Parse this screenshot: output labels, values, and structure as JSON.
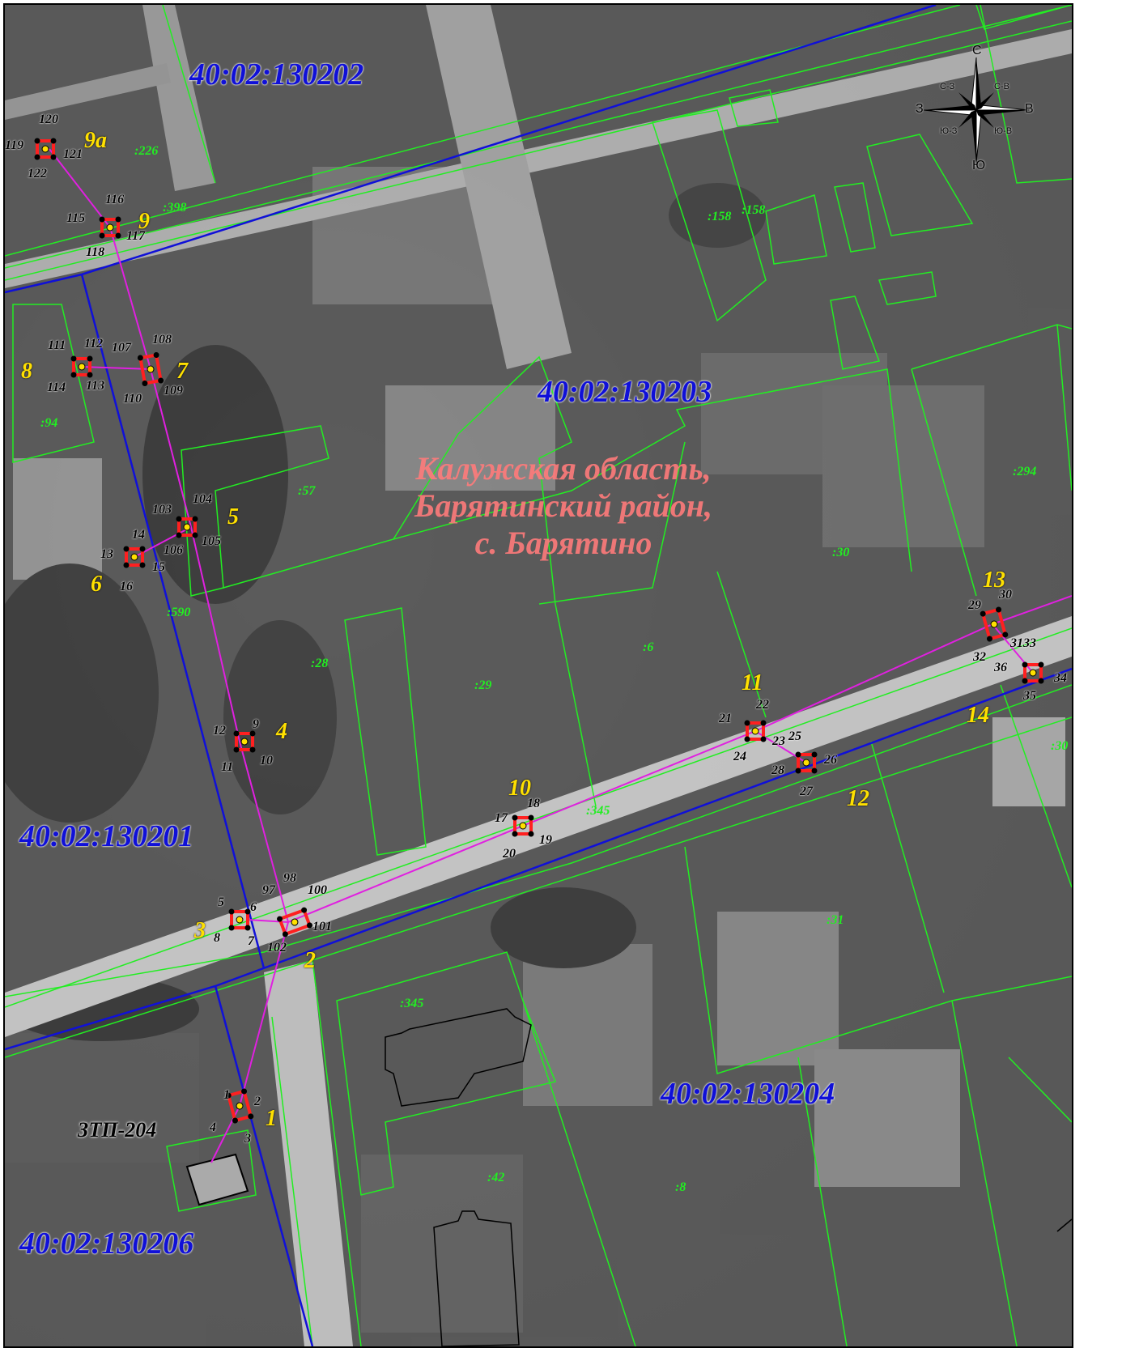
{
  "quarters": [
    {
      "label": "40:02:130202"
    },
    {
      "label": "40:02:130203"
    },
    {
      "label": "40:02:130201"
    },
    {
      "label": "40:02:130204"
    },
    {
      "label": "40:02:130206"
    }
  ],
  "location": {
    "line1": "Калужская область,",
    "line2": "Барятинский район,",
    "line3": "с. Барятино"
  },
  "substation": {
    "label": "ЗТП-204"
  },
  "compass": {
    "n": "С",
    "s": "Ю",
    "w": "З",
    "e": "В",
    "nw": "С-З",
    "ne": "С-В",
    "sw": "Ю-З",
    "se": "Ю-В"
  },
  "supports": [
    "1",
    "2",
    "3",
    "4",
    "5",
    "6",
    "7",
    "8",
    "9",
    "9а",
    "10",
    "11",
    "12",
    "13",
    "14"
  ],
  "parcels": [
    ":226",
    ":398",
    ":158",
    ":158",
    ":94",
    ":57",
    ":294",
    ":30",
    ":590",
    ":28",
    ":29",
    ":6",
    ":345",
    ":30",
    ":31",
    ":345",
    ":42",
    ":8"
  ],
  "points": [
    "1",
    "2",
    "3",
    "4",
    "5",
    "6",
    "7",
    "8",
    "9",
    "10",
    "11",
    "12",
    "13",
    "14",
    "15",
    "16",
    "17",
    "18",
    "19",
    "20",
    "21",
    "22",
    "23",
    "24",
    "25",
    "26",
    "27",
    "28",
    "29",
    "30",
    "3133",
    "32",
    "34",
    "35",
    "36",
    "97",
    "98",
    "100",
    "101",
    "102",
    "103",
    "104",
    "105",
    "106",
    "107",
    "108",
    "109",
    "110",
    "111",
    "112",
    "113",
    "114",
    "115",
    "116",
    "117",
    "118",
    "119",
    "120",
    "121",
    "122"
  ]
}
